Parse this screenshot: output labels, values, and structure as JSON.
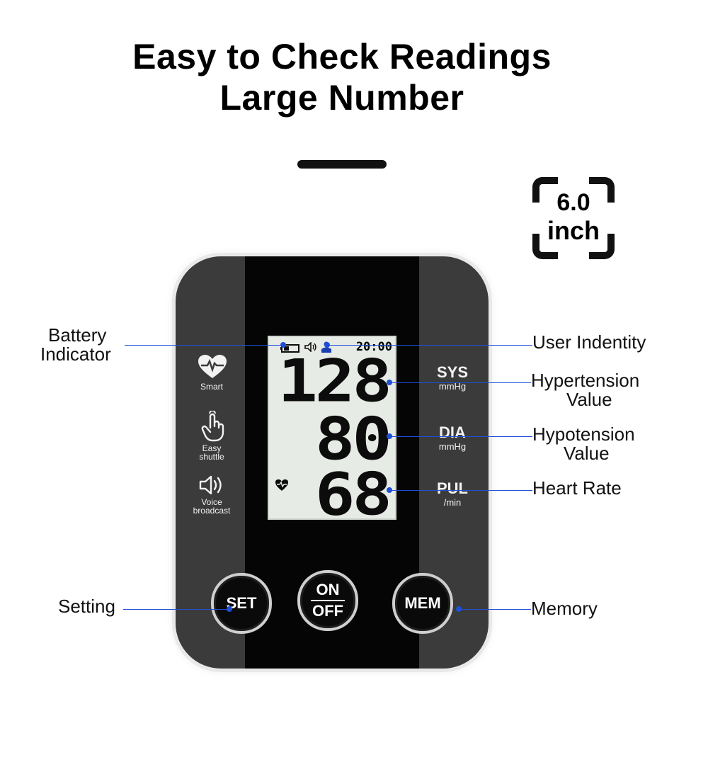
{
  "heading": {
    "line1": "Easy to Check Readings",
    "line2": "Large Number"
  },
  "badge": {
    "size": "6.0",
    "unit": "inch"
  },
  "device": {
    "lcd": {
      "time": "20:00",
      "systolic": "128",
      "diastolic": "80",
      "pulse": "68",
      "icons": [
        "battery-icon",
        "speaker-icon",
        "user-icon",
        "heart-icon"
      ]
    },
    "left_features": [
      {
        "icon": "heart-wave-icon",
        "label": "Smart"
      },
      {
        "icon": "finger-tap-icon",
        "label_line1": "Easy",
        "label_line2": "shuttle"
      },
      {
        "icon": "speaker-icon",
        "label_line1": "Voice",
        "label_line2": "broadcast"
      }
    ],
    "units": [
      {
        "title": "SYS",
        "sub": "mmHg"
      },
      {
        "title": "DIA",
        "sub": "mmHg"
      },
      {
        "title": "PUL",
        "sub": "/min"
      }
    ],
    "buttons": {
      "set": "SET",
      "on": "ON",
      "off": "OFF",
      "mem": "MEM"
    }
  },
  "callouts": {
    "battery": {
      "line1": "Battery",
      "line2": "Indicator"
    },
    "user": "User Indentity",
    "hypertension": {
      "line1": "Hypertension",
      "line2": "Value"
    },
    "hypotension": {
      "line1": "Hypotension",
      "line2": "Value"
    },
    "heart_rate": "Heart Rate",
    "setting": "Setting",
    "memory": "Memory"
  },
  "colors": {
    "accent": "#1f4fd8",
    "device_body": "#3b3b3b",
    "device_center": "#050505",
    "lcd": "#e7ebe6"
  }
}
